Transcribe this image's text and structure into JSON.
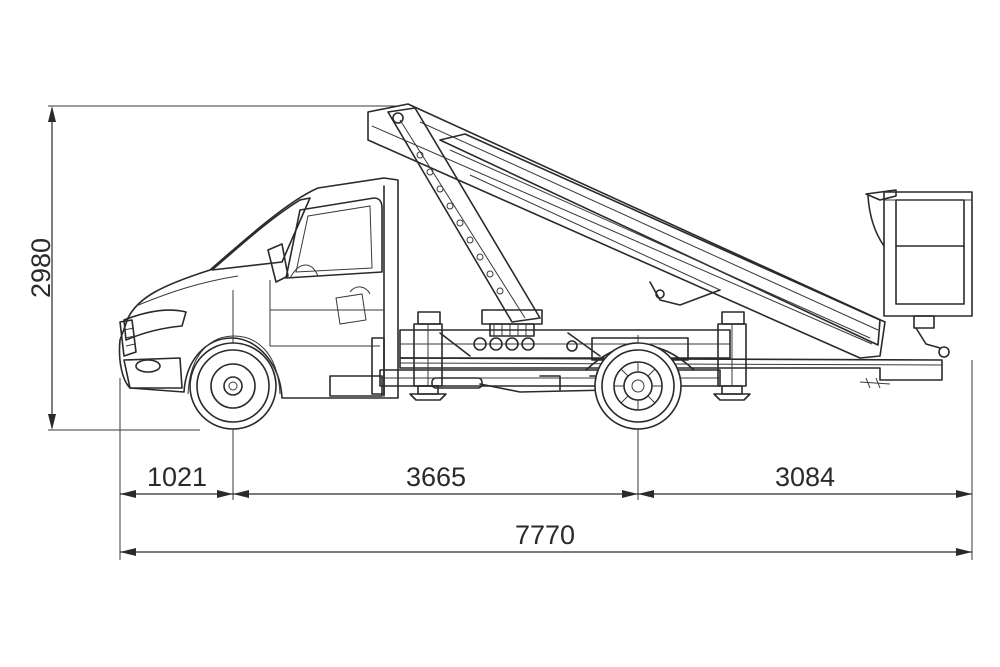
{
  "dimensions": {
    "height": "2980",
    "front_overhang": "1021",
    "wheelbase": "3665",
    "rear_overhang": "3084",
    "total_length": "7770"
  },
  "colors": {
    "line": "#2a2a2a",
    "background": "#ffffff"
  }
}
